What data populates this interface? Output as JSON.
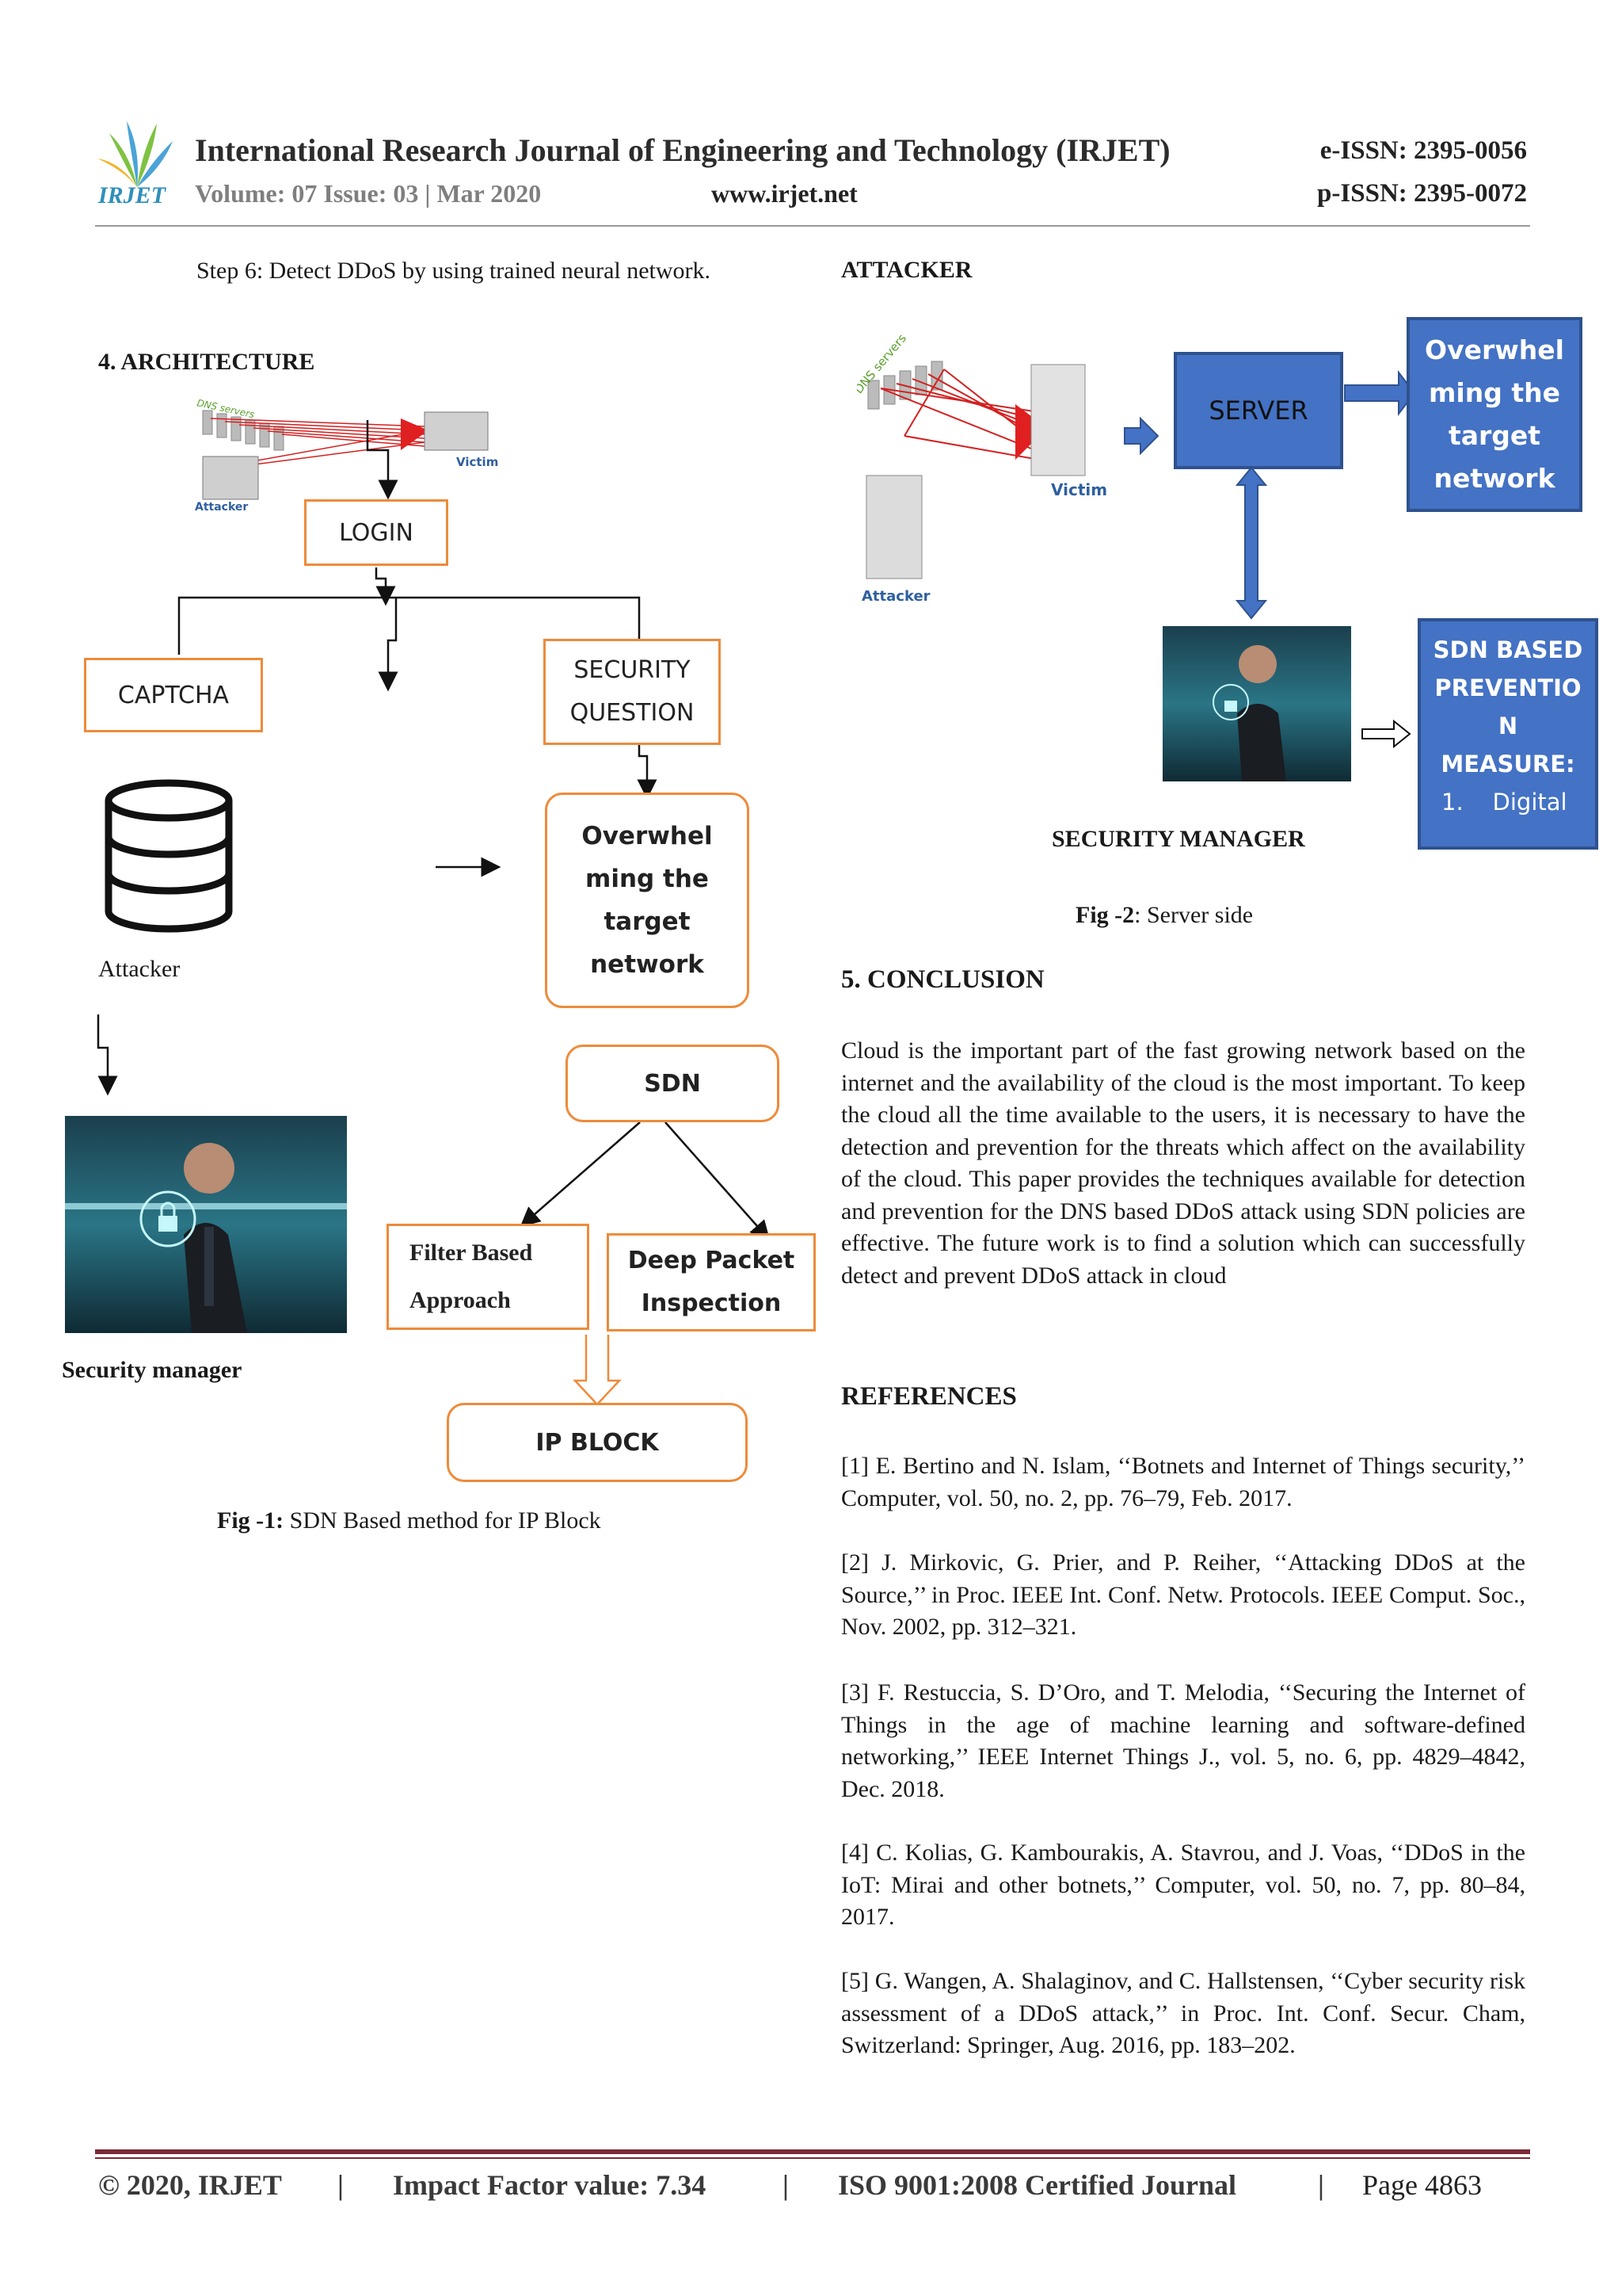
{
  "header": {
    "logo_text": "IRJET",
    "journal_title": "International Research Journal of Engineering and Technology (IRJET)",
    "volume_line": "Volume: 07 Issue: 03 | Mar 2020",
    "website": "www.irjet.net",
    "eissn": "e-ISSN: 2395-0056",
    "pissn": "p-ISSN: 2395-0072"
  },
  "left": {
    "step6": "Step 6: Detect DDoS by using trained neural network.",
    "architecture_heading": "4. ARCHITECTURE",
    "fig1": {
      "img_labels": {
        "servers": "DNS servers",
        "victim": "Victim",
        "attacker": "Attacker"
      },
      "login": "LOGIN",
      "captcha": "CAPTCHA",
      "security_question_1": "SECURITY",
      "security_question_2": "QUESTION",
      "overwhelm": [
        "Overwhel",
        "ming the",
        "target",
        "network"
      ],
      "attacker_label": "Attacker",
      "sdn": "SDN",
      "filter_based_1": "Filter Based",
      "filter_based_2": "Approach",
      "deep_packet_1": "Deep Packet",
      "deep_packet_2": "Inspection",
      "ip_block": "IP BLOCK",
      "security_manager": "Security manager"
    },
    "fig1_caption_bold": "Fig -1:",
    "fig1_caption_text": " SDN Based method for IP Block"
  },
  "right": {
    "attacker_heading": "ATTACKER",
    "fig2": {
      "img_labels": {
        "servers": "DNS servers",
        "victim": "Victim",
        "attacker": "Attacker"
      },
      "server": "SERVER",
      "overwhelm": [
        "Overwhel",
        "ming the",
        "target",
        "network"
      ],
      "sdn_prevention": [
        "SDN BASED",
        "PREVENTIO",
        "N",
        "MEASURE:"
      ],
      "sdn_item_num": "1.",
      "sdn_item_text": "Digital",
      "security_manager": "SECURITY MANAGER"
    },
    "fig2_caption_bold": "Fig -2",
    "fig2_caption_text": ": Server side",
    "conclusion_heading": "5. CONCLUSION",
    "conclusion_text": "Cloud is the important part of the fast growing network based on the internet and the availability of the cloud is the most important. To keep the cloud all the time available to the users, it is necessary to have the detection and prevention for the threats which affect on the availability of the cloud. This paper provides the techniques available for detection and prevention for the DNS based DDoS attack using SDN policies are effective. The future work is to find a solution which can successfully detect and prevent DDoS attack in cloud",
    "references_heading": "REFERENCES",
    "references": [
      "[1] E. Bertino and N. Islam, ‘‘Botnets and Internet of Things security,’’ Computer, vol. 50, no. 2, pp. 76–79, Feb. 2017.",
      "[2] J. Mirkovic, G. Prier, and P. Reiher, ‘‘Attacking DDoS at the Source,’’ in Proc. IEEE Int. Conf. Netw. Protocols. IEEE Comput. Soc., Nov. 2002, pp. 312–321.",
      "[3] F. Restuccia, S. D’Oro, and T. Melodia, ‘‘Securing the Internet of Things in the age of machine learning and software-defined networking,’’ IEEE Internet Things J., vol. 5, no. 6, pp. 4829–4842, Dec. 2018.",
      "[4] C. Kolias, G. Kambourakis, A. Stavrou, and J. Voas, ‘‘DDoS in the IoT: Mirai and other botnets,’’ Computer, vol. 50, no. 7, pp. 80–84, 2017.",
      "[5] G. Wangen, A. Shalaginov, and C. Hallstensen, ‘‘Cyber security risk assessment of a DDoS attack,’’ in Proc. Int. Conf. Secur. Cham, Switzerland: Springer, Aug. 2016, pp. 183–202."
    ]
  },
  "footer": {
    "copyright": "© 2020, IRJET",
    "sep": "|",
    "impact": "Impact Factor value: 7.34",
    "iso": "ISO 9001:2008 Certified Journal",
    "page": "Page 4863"
  },
  "colors": {
    "orange_border": "#ed8b3a",
    "blue_box": "#4472c4",
    "footer_rule": "#7b2a36",
    "arrow_red": "#d32020"
  }
}
